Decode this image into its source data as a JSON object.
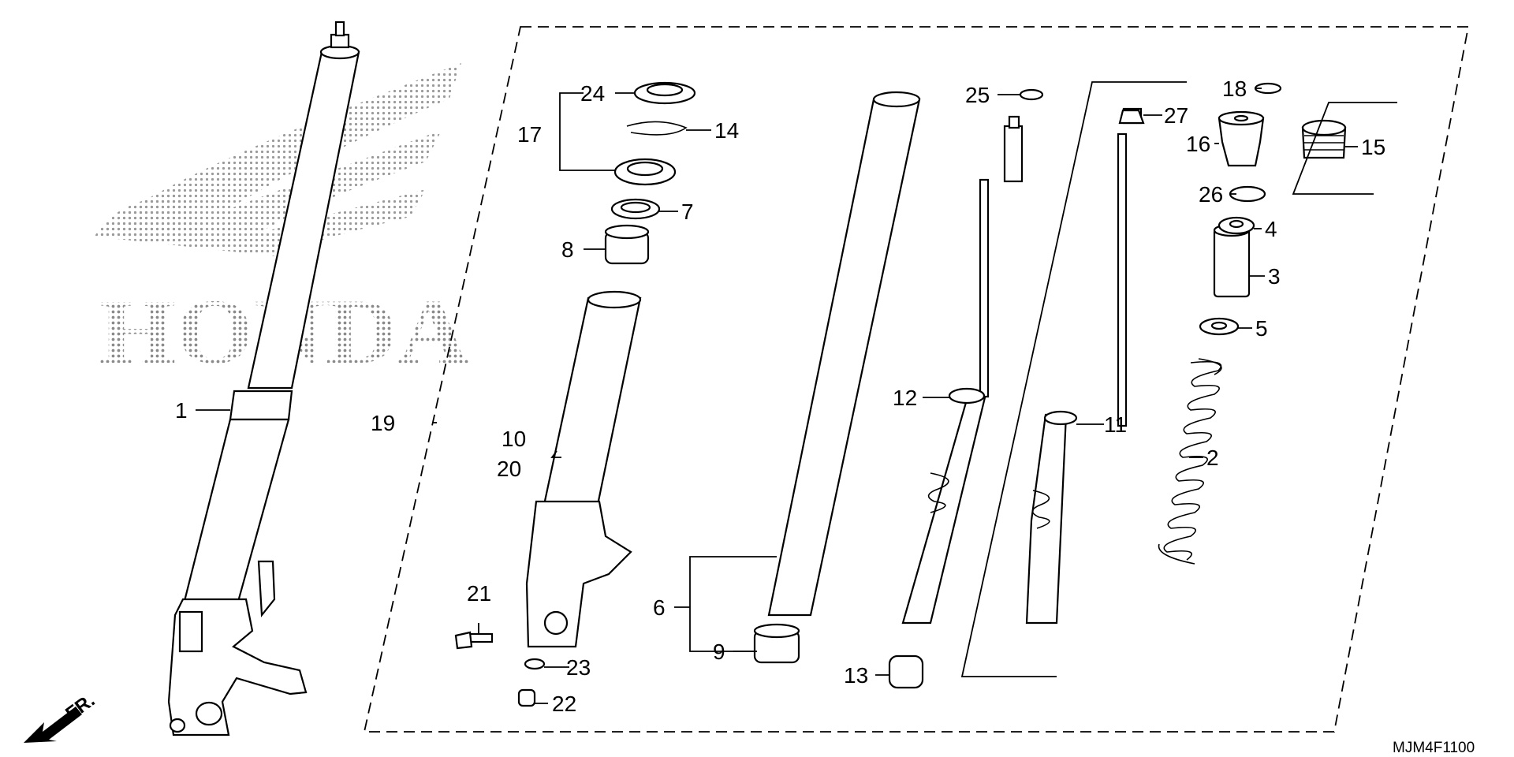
{
  "brand": {
    "watermark_text": "HONDA",
    "dot_color": "#9a9a9a"
  },
  "direction_label": "FR.",
  "diagram_code": "MJM4F1100",
  "icons": [
    "front-direction-arrow-icon",
    "honda-wing-logo"
  ],
  "callouts": {
    "c1": "1",
    "c2": "2",
    "c3": "3",
    "c4": "4",
    "c5": "5",
    "c6": "6",
    "c7": "7",
    "c8": "8",
    "c9": "9",
    "c10": "10",
    "c11": "11",
    "c12": "12",
    "c13": "13",
    "c14": "14",
    "c15": "15",
    "c16": "16",
    "c17": "17",
    "c18": "18",
    "c19": "19",
    "c20": "20",
    "c21": "21",
    "c22": "22",
    "c23": "23",
    "c24": "24",
    "c25": "25",
    "c26": "26",
    "c27": "27"
  }
}
